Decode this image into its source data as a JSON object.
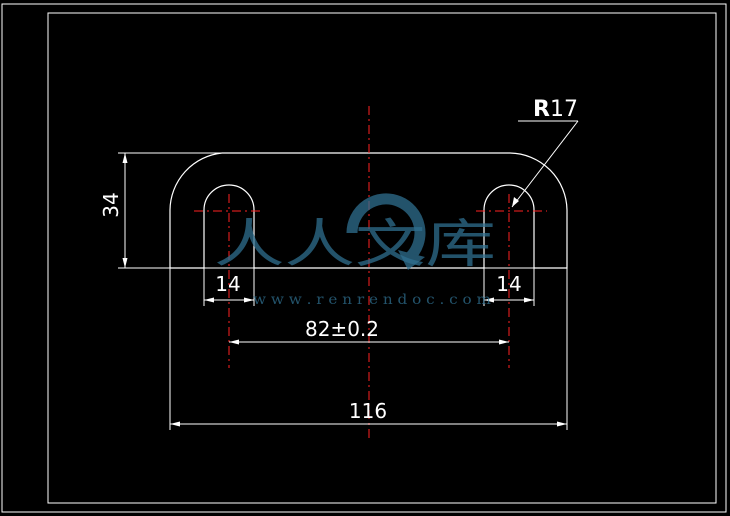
{
  "colors": {
    "background": "#000000",
    "geometry": "#ffffff",
    "center_line": "#ff2222",
    "watermark": "#2f6f8f"
  },
  "drawing": {
    "dimensions": {
      "height": "34",
      "slot_width_left": "14",
      "slot_width_right": "14",
      "center_distance": "82±0.2",
      "overall_width": "116",
      "radius_prefix": "R",
      "radius_value": "17"
    }
  },
  "watermark": {
    "characters": "人人文库",
    "url": "w w w . r e n r e n d o c . c o m",
    "logo_icon": "renrendoc-logo-icon"
  }
}
